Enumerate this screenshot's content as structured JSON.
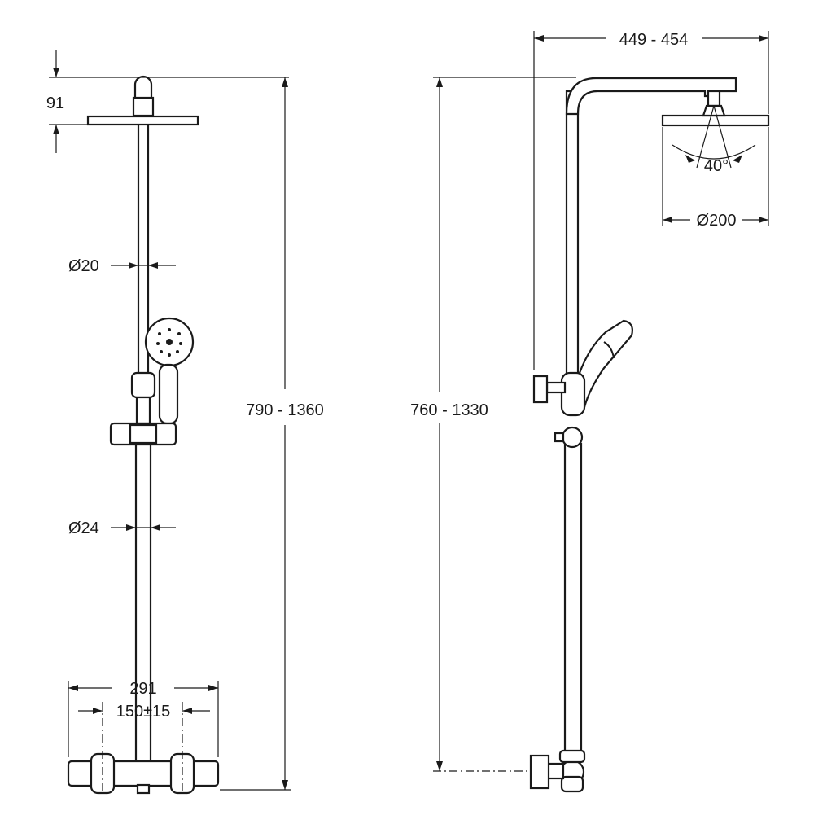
{
  "front_view": {
    "head_offset_label": "91",
    "shower_rail_dia_label": "Ø20",
    "lower_rail_dia_label": "Ø24",
    "height_range_label": "790 - 1360",
    "mixer_width_label": "291",
    "inlet_spacing_label": "150±15"
  },
  "side_view": {
    "arm_projection_label": "449 - 454",
    "spray_angle_label": "40°",
    "head_dia_label": "Ø200",
    "height_range_label": "760 - 1330"
  }
}
